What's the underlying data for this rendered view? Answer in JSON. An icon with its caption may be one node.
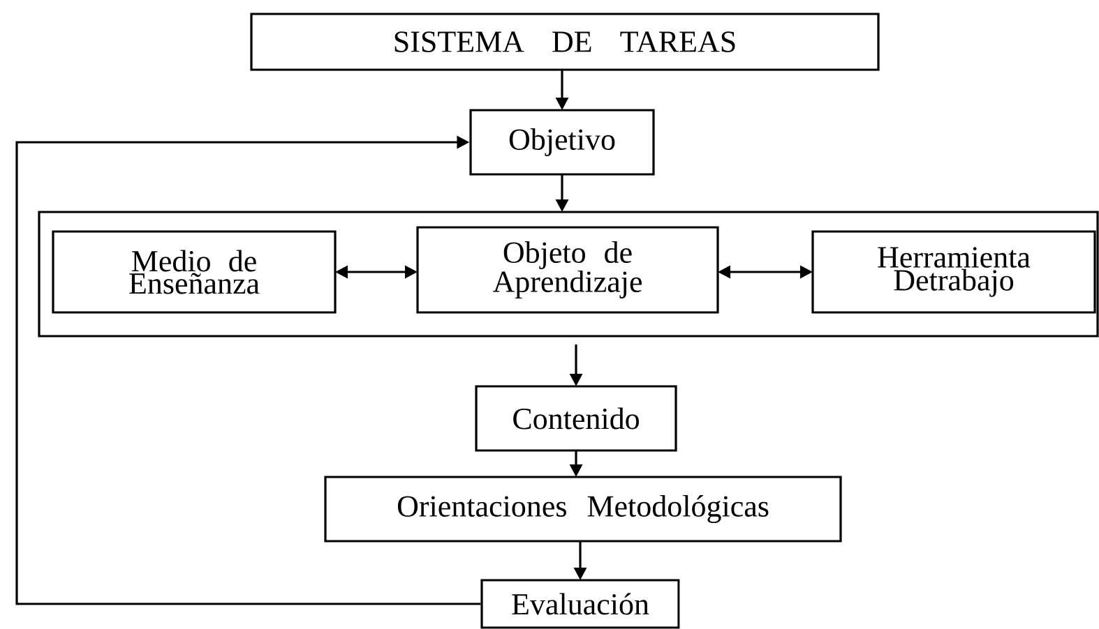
{
  "diagram": {
    "nodes": [
      {
        "text": [
          "SISTEMA DE TAREAS"
        ]
      },
      {
        "text": [
          "Objetivo"
        ]
      },
      {
        "text": [],
        "shape": "box"
      },
      {
        "text": [
          "Medio de Enseñanza"
        ],
        "in": 2
      },
      {
        "text": [
          "Objeto de Aprendizaje"
        ],
        "in": 2
      },
      {
        "text": [
          "Herramienta Detrabajo"
        ],
        "in": 2
      },
      {
        "text": [
          "Contenido"
        ]
      },
      {
        "text": [
          "Orientaciones Metodológicas"
        ]
      },
      {
        "text": [
          "Evaluación"
        ]
      }
    ],
    "edges": [
      {
        "from": 0,
        "to": 1,
        "arrow": "to"
      },
      {
        "from": 1,
        "to": 2,
        "arrow": "to"
      },
      {
        "from": 3,
        "to": 4,
        "arrow": "both"
      },
      {
        "from": 4,
        "to": 5,
        "arrow": "both"
      },
      {
        "from": 2,
        "to": 6,
        "arrow": "to"
      },
      {
        "from": 6,
        "to": 7,
        "arrow": "to"
      },
      {
        "from": 7,
        "to": 8,
        "arrow": "to"
      },
      {
        "from": 8,
        "to": 1,
        "arrow": "to"
      }
    ]
  }
}
